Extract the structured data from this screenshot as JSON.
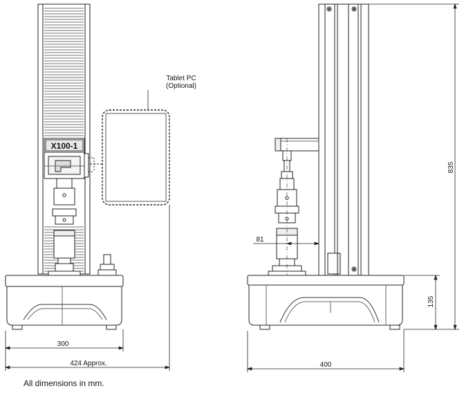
{
  "labels": {
    "tablet_title": "Tablet PC",
    "tablet_optional": "(Optional)",
    "model": "X100-1"
  },
  "dimensions": {
    "front_base_width": "300",
    "front_overall_width": "424 Approx.",
    "side_base_width": "400",
    "height_overall": "835",
    "base_height": "135",
    "offset": "81"
  },
  "footnote": "All dimensions in mm."
}
